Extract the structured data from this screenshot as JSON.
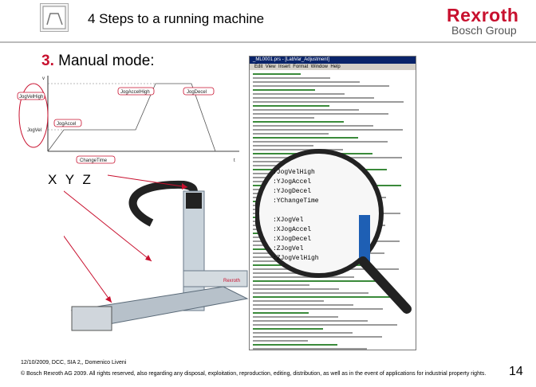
{
  "header": {
    "title": "4 Steps to a running machine",
    "brand": "Rexroth",
    "brand_sub": "Bosch Group"
  },
  "slide": {
    "step_number": "3.",
    "step_title": "Manual mode:"
  },
  "graph": {
    "y_axis": "v",
    "x_axis": "t",
    "labels": {
      "jog_vel_high": "JogVelHigh",
      "jog_vel": "JogVel",
      "jog_accel_high": "JogAccelHigh",
      "jog_decel": "JogDecel",
      "jog_accel": "JogAccel",
      "change_time": "ChangeTime"
    }
  },
  "axes_labels": {
    "x": "X",
    "y": "Y",
    "z": "Z"
  },
  "code_window": {
    "title": "_ML0001.prs - [LabVar_Adjustment]",
    "menu": [
      "Edit",
      "View",
      "Insert",
      "Format",
      "Window",
      "Help"
    ]
  },
  "footer": {
    "line1": "12/10/2009, DCC, SIA 2,, Domenico Liveni",
    "line2": "© Bosch Rexroth AG 2009. All rights reserved, also regarding any disposal, exploitation, reproduction, editing, distribution, as well as in the event of applications for industrial property rights.",
    "page": "14"
  },
  "colors": {
    "accent": "#c8102e",
    "highlight": "#1e5fb4"
  }
}
